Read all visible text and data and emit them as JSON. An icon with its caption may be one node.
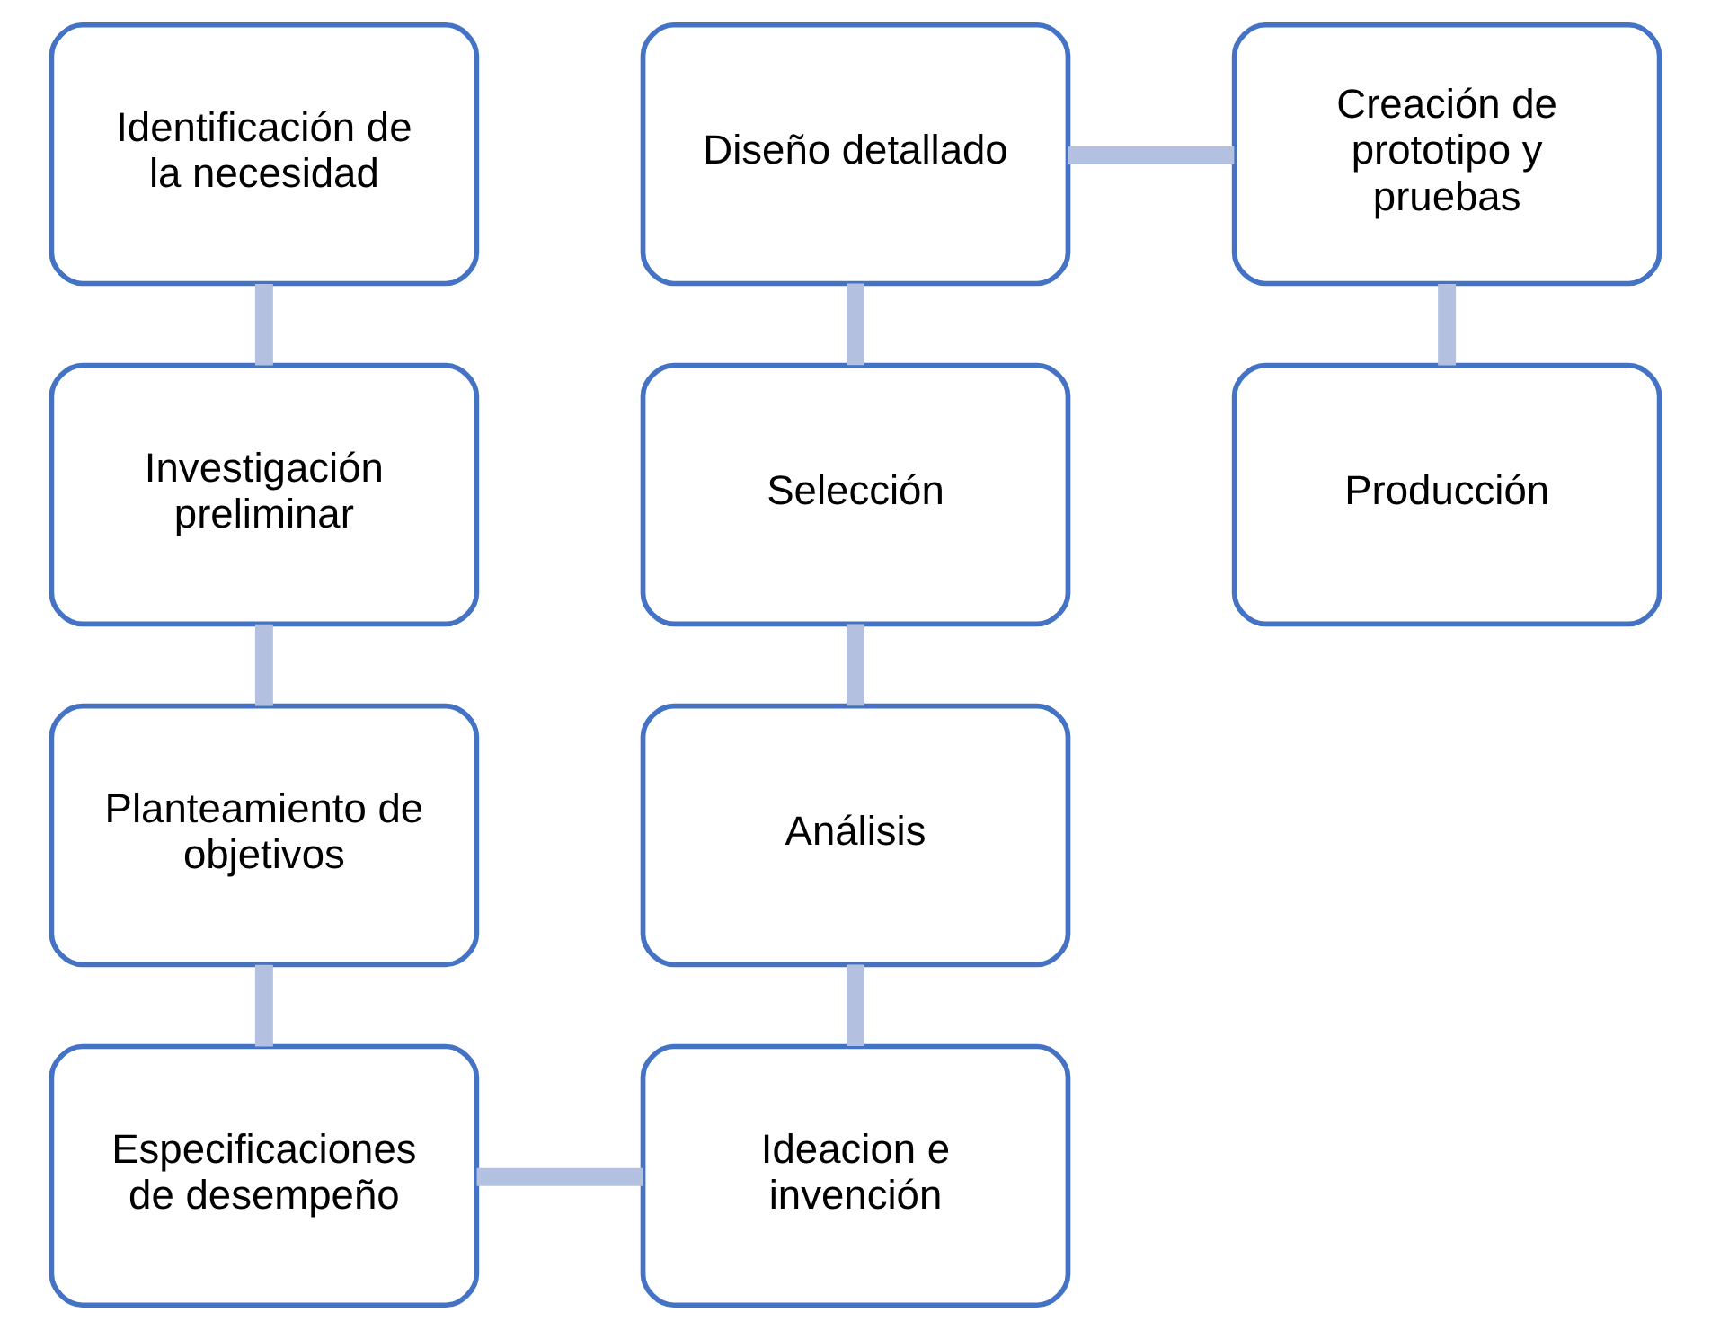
{
  "diagram": {
    "nodes": [
      {
        "text": [
          "Identificación de la necesidad"
        ]
      },
      {
        "text": [
          "Investigación preliminar"
        ]
      },
      {
        "text": [
          "Planteamiento de objetivos"
        ]
      },
      {
        "text": [
          "Especificaciones de desempeño"
        ]
      },
      {
        "text": [
          "Ideacion e invención"
        ]
      },
      {
        "text": [
          "Análisis"
        ]
      },
      {
        "text": [
          "Selección"
        ]
      },
      {
        "text": [
          "Diseño detallado"
        ]
      },
      {
        "text": [
          "Creación de prototipo y pruebas"
        ]
      },
      {
        "text": [
          "Producción"
        ]
      }
    ],
    "edges": [
      {
        "from": 0,
        "to": 1,
        "arrow": "none"
      },
      {
        "from": 1,
        "to": 2,
        "arrow": "none"
      },
      {
        "from": 2,
        "to": 3,
        "arrow": "none"
      },
      {
        "from": 3,
        "to": 4,
        "arrow": "none"
      },
      {
        "from": 4,
        "to": 5,
        "arrow": "none"
      },
      {
        "from": 5,
        "to": 6,
        "arrow": "none"
      },
      {
        "from": 6,
        "to": 7,
        "arrow": "none"
      },
      {
        "from": 7,
        "to": 8,
        "arrow": "none"
      },
      {
        "from": 8,
        "to": 9,
        "arrow": "none"
      }
    ]
  }
}
